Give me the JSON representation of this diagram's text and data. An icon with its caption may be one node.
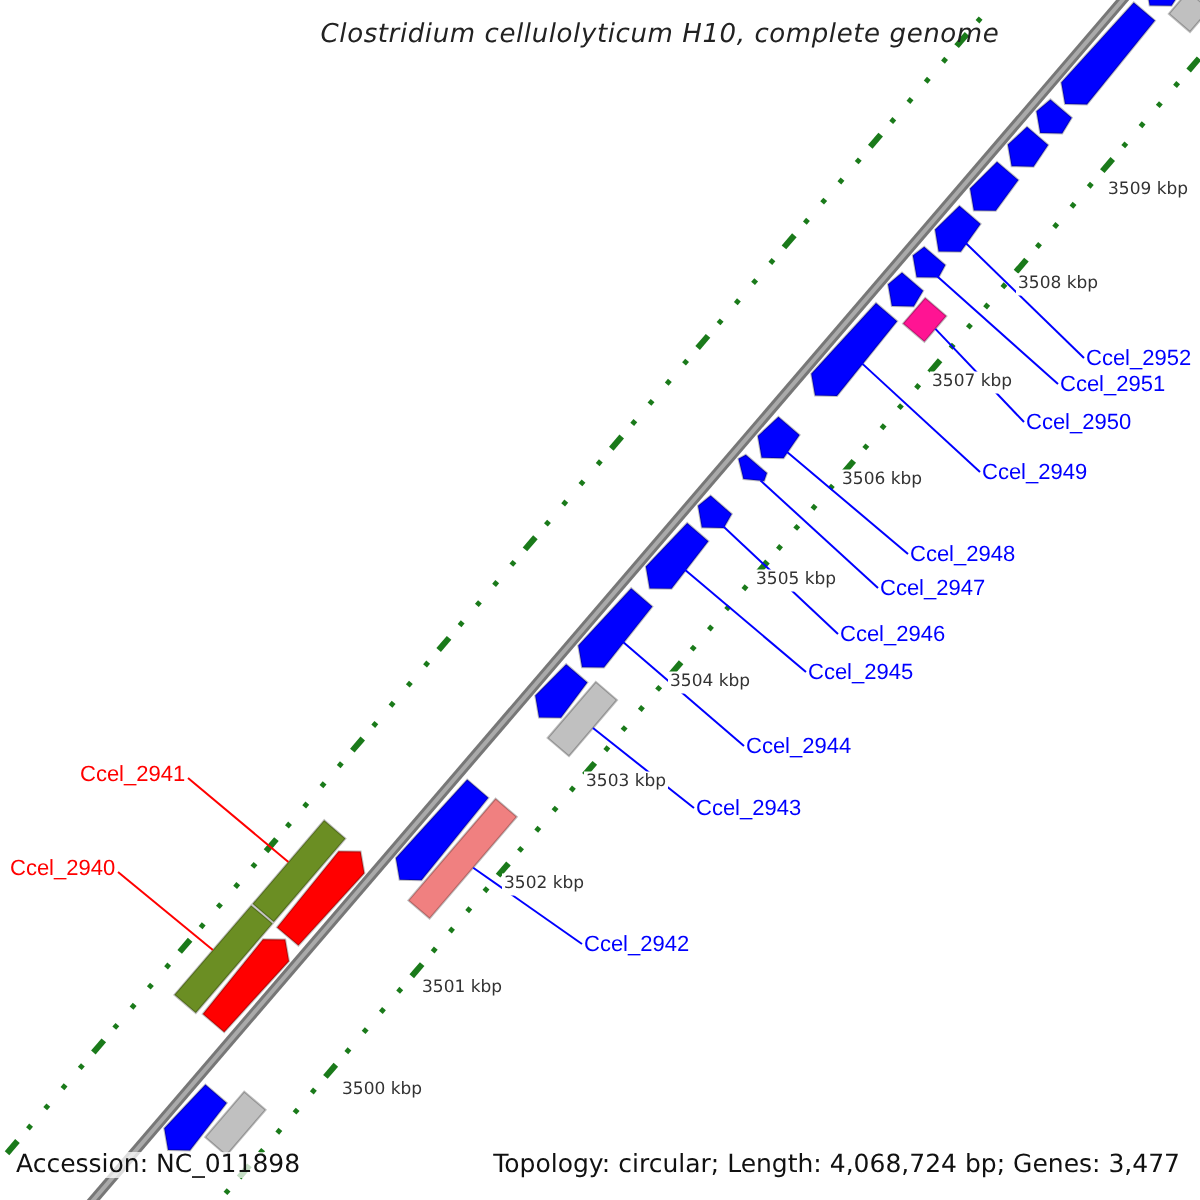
{
  "diagram": {
    "title": "Clostridium cellulolyticum H10, complete genome",
    "nodes": [
      {
        "text": [
          "Ccel_2952"
        ]
      },
      {
        "text": [
          "Ccel_2951"
        ]
      },
      {
        "text": [
          "Ccel_2950"
        ]
      },
      {
        "text": [
          "Ccel_2949"
        ]
      },
      {
        "text": [
          "Ccel_2948"
        ]
      },
      {
        "text": [
          "Ccel_2947"
        ]
      },
      {
        "text": [
          "Ccel_2946"
        ]
      },
      {
        "text": [
          "Ccel_2945"
        ]
      },
      {
        "text": [
          "Ccel_2944"
        ]
      },
      {
        "text": [
          "Ccel_2941"
        ]
      },
      {
        "text": [
          "Ccel_2943"
        ]
      },
      {
        "text": [
          "Ccel_2940"
        ]
      },
      {
        "text": [
          "Ccel_2942"
        ]
      },
      {
        "text": [],
        "shape": "arrow"
      },
      {
        "text": [],
        "shape": "bar"
      },
      {
        "text": [],
        "shape": "bar"
      },
      {
        "text": [],
        "shape": "arrow"
      },
      {
        "text": [],
        "shape": "bar"
      },
      {
        "text": [],
        "shape": "arrow"
      },
      {
        "text": [],
        "shape": "arrow"
      },
      {
        "text": [],
        "shape": "bar"
      },
      {
        "text": [],
        "shape": "arrow"
      },
      {
        "text": [],
        "shape": "bar"
      },
      {
        "text": [],
        "shape": "arrow"
      },
      {
        "text": [],
        "shape": "arrow"
      },
      {
        "text": [],
        "shape": "arrow"
      },
      {
        "text": [],
        "shape": "arrow"
      },
      {
        "text": [],
        "shape": "arrow"
      },
      {
        "text": [],
        "shape": "arrow"
      },
      {
        "text": [],
        "shape": "bar"
      },
      {
        "text": [],
        "shape": "arrow"
      },
      {
        "text": [],
        "shape": "arrow"
      },
      {
        "text": [],
        "shape": "arrow"
      },
      {
        "text": [],
        "shape": "arrow"
      },
      {
        "text": [],
        "shape": "arrow"
      },
      {
        "text": [],
        "shape": "arrow"
      },
      {
        "text": [],
        "shape": "arrow"
      },
      {
        "text": [],
        "shape": "arrow"
      },
      {
        "text": [],
        "shape": "bar"
      }
    ],
    "edges": [
      {
        "from": 0,
        "to": 32,
        "arrow": "none"
      },
      {
        "from": 1,
        "to": 31,
        "arrow": "none"
      },
      {
        "from": 2,
        "to": 29,
        "arrow": "none"
      },
      {
        "from": 3,
        "to": 28,
        "arrow": "none"
      },
      {
        "from": 4,
        "to": 27,
        "arrow": "none"
      },
      {
        "from": 5,
        "to": 26,
        "arrow": "none"
      },
      {
        "from": 6,
        "to": 25,
        "arrow": "none"
      },
      {
        "from": 7,
        "to": 24,
        "arrow": "none"
      },
      {
        "from": 8,
        "to": 23,
        "arrow": "none"
      },
      {
        "from": 9,
        "to": 17,
        "arrow": "none",
        "color": "#ff0000"
      },
      {
        "from": 10,
        "to": 22,
        "arrow": "none"
      },
      {
        "from": 11,
        "to": 15,
        "arrow": "none",
        "color": "#ff0000"
      },
      {
        "from": 12,
        "to": 20,
        "arrow": "none"
      }
    ],
    "labels": [
      "3509 kbp",
      "3508 kbp",
      "3507 kbp",
      "3506 kbp",
      "3505 kbp",
      "3504 kbp",
      "3503 kbp",
      "3502 kbp",
      "3501 kbp",
      "3500 kbp",
      "Accession: NC_011898",
      "Topology: circular; Length: 4,068,724 bp; Genes: 3,477"
    ]
  }
}
